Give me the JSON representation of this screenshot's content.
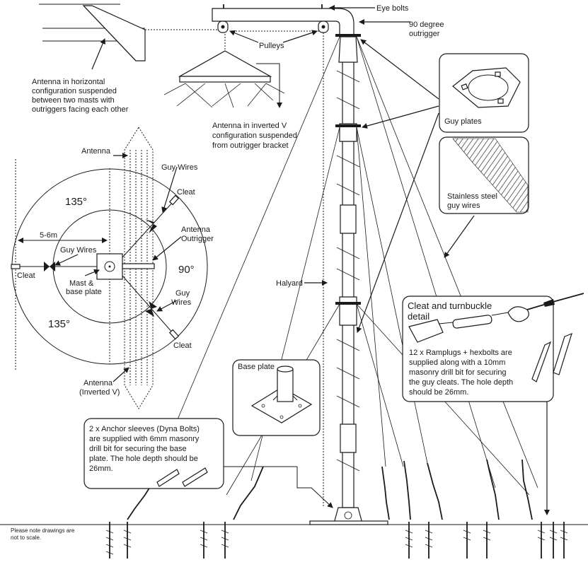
{
  "labels": {
    "eye_bolts": "Eye bolts",
    "outrigger_line1": "90 degree",
    "outrigger_line2": "outrigger",
    "pulleys": "Pulleys",
    "horizontal_line1": "Antenna in horizontal",
    "horizontal_line2": "configuration suspended",
    "horizontal_line3": "between two masts with",
    "horizontal_line4": "outriggers facing each other",
    "inverted_line1": "Antenna in inverted V",
    "inverted_line2": "configuration suspended",
    "inverted_line3": "from outrigger bracket",
    "antenna": "Antenna",
    "guy_wires_top": "Guy Wires",
    "cleat_top": "Cleat",
    "angle_top": "135°",
    "antenna_outrigger_line1": "Antenna",
    "antenna_outrigger_line2": "Outrigger",
    "distance": "5-6m",
    "guy_wires_left": "Guy Wires",
    "cleat_left": "Cleat",
    "mast_line1": "Mast &",
    "mast_line2": "base plate",
    "angle_right": "90°",
    "guy_wires_right_line1": "Guy",
    "guy_wires_right_line2": "Wires",
    "angle_bottom": "135°",
    "cleat_bottom": "Cleat",
    "antenna_inv_line1": "Antenna",
    "antenna_inv_line2": "(Inverted V)",
    "halyard": "Halyard",
    "base_plate": "Base plate",
    "guy_plates": "Guy plates",
    "steel_line1": "Stainless steel",
    "steel_line2": "guy wires",
    "note_line1": "Please note drawings are",
    "note_line2": "not to scale."
  },
  "anchor_box": {
    "lines": [
      "2 x Anchor sleeves (Dyna Bolts)",
      "are supplied with 6mm masonry",
      "drill bit for securing the base",
      "plate. The hole depth should be",
      "26mm."
    ]
  },
  "cleat_box": {
    "title_line1": "Cleat and turnbuckle",
    "title_line2": "detail",
    "lines": [
      "12 x Ramplugs + hexbolts are",
      "supplied along with a 10mm",
      "masonry drill bit for securing",
      "the guy cleats. The hole depth",
      "should be 26mm."
    ]
  }
}
